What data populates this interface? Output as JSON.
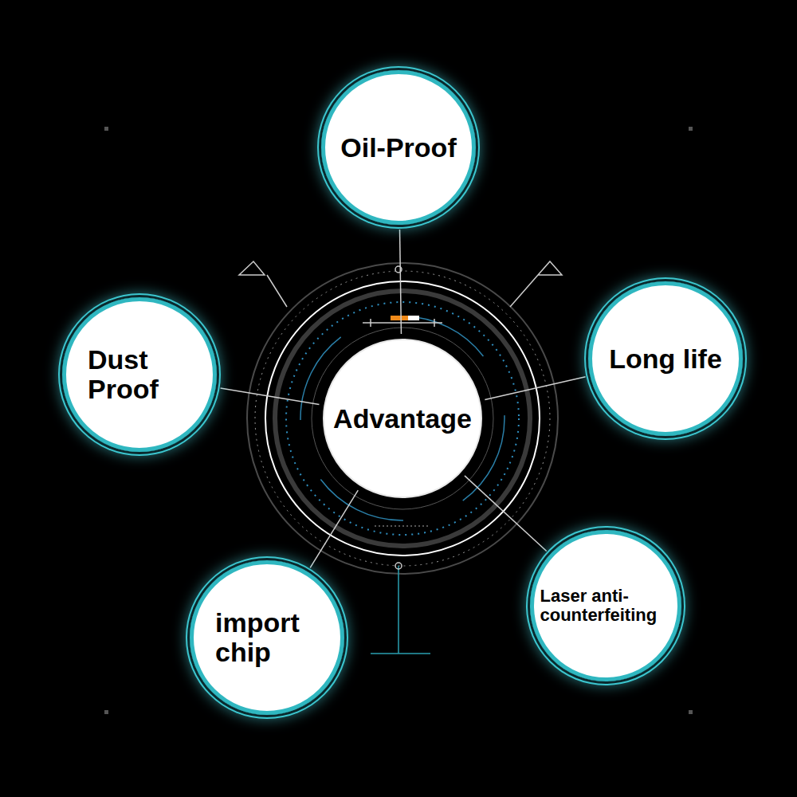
{
  "diagram": {
    "nodes": [
      {
        "text": [
          "Oil-Proof"
        ]
      },
      {
        "text": [
          "Dust Proof"
        ]
      },
      {
        "text": [
          "Advantage"
        ]
      },
      {
        "text": [
          "Long life"
        ]
      },
      {
        "text": [
          "import chip"
        ]
      },
      {
        "text": [
          "Laser anti-counterfeiting"
        ]
      }
    ],
    "edges": [
      {
        "from": 2,
        "to": 0,
        "arrow": "none"
      },
      {
        "from": 2,
        "to": 1,
        "arrow": "none"
      },
      {
        "from": 2,
        "to": 3,
        "arrow": "none"
      },
      {
        "from": 2,
        "to": 4,
        "arrow": "none"
      },
      {
        "from": 2,
        "to": 5,
        "arrow": "none"
      }
    ]
  }
}
